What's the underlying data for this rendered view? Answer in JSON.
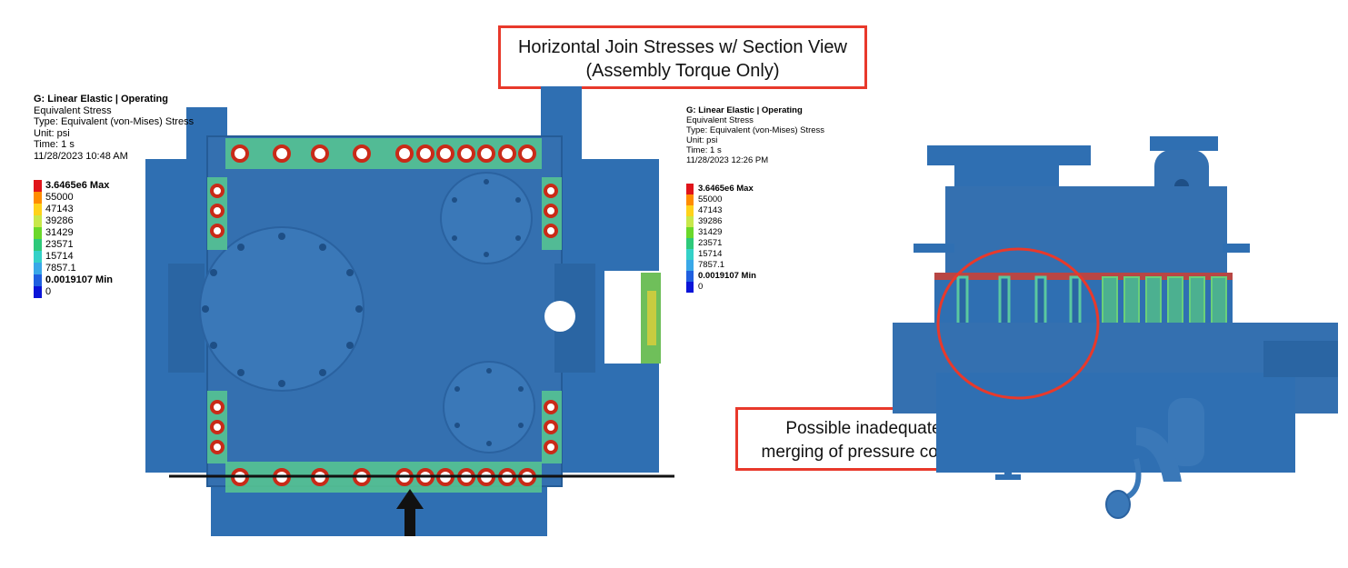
{
  "title_callout": {
    "line1": "Horizontal Join Stresses w/ Section View",
    "line2": "(Assembly Torque Only)"
  },
  "note_callout": {
    "line1": "Possible inadequate",
    "line2": "merging of pressure cones"
  },
  "legend_left": {
    "header": "G: Linear Elastic | Operating",
    "lines": [
      "Equivalent Stress",
      "Type: Equivalent (von-Mises) Stress",
      "Unit: psi",
      "Time: 1 s",
      "11/28/2023 10:48 AM"
    ]
  },
  "legend_right": {
    "header": "G: Linear Elastic | Operating",
    "lines": [
      "Equivalent Stress",
      "Type: Equivalent (von-Mises) Stress",
      "Unit: psi",
      "Time: 1 s",
      "11/28/2023 12:26 PM"
    ]
  },
  "scale": {
    "labels": [
      "3.6465e6 Max",
      "55000",
      "47143",
      "39286",
      "31429",
      "23571",
      "15714",
      "7857.1",
      "0.0019107 Min",
      "0"
    ],
    "colors": [
      "#e0141a",
      "#ff8c00",
      "#ffd21a",
      "#c8e84a",
      "#6ad82a",
      "#2ec97a",
      "#34d1c8",
      "#39a8e8",
      "#1f5fe0",
      "#0a14d8"
    ]
  },
  "colors": {
    "part_blue": "#2f6fb2",
    "part_blue_dark": "#255c97",
    "stress_red": "#d62a1a",
    "stress_green": "#4cc87a",
    "callout_border": "#e8392b"
  }
}
